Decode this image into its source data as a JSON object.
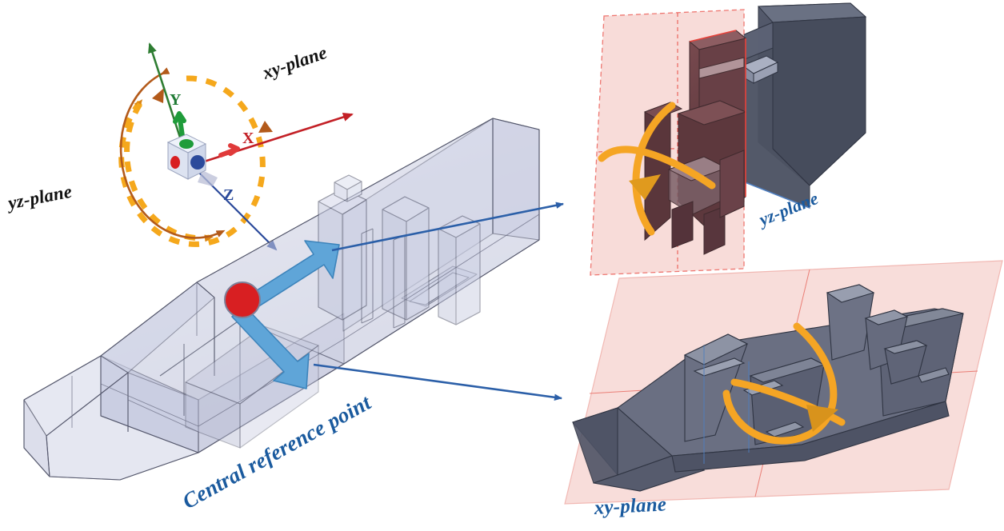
{
  "figure": {
    "kind": "technical-3d-diagram",
    "background_color": "#ffffff"
  },
  "colors": {
    "label_black": "#111111",
    "label_blue": "#1a5a9e",
    "axis_x_red": "#c32026",
    "axis_y_green": "#1f7a34",
    "axis_z_blue": "#2b4a9b",
    "rotation_orange_dashed": "#f5a81c",
    "rotation_brown_arc": "#b35a1a",
    "reference_point_red": "#d81f22",
    "callout_arrow_blue": "#2b5fa8",
    "block_arrow_blue": "#4f9ad4",
    "hull_fill": "#c3c6dc",
    "hull_edge": "#53566b",
    "section_plane_pink": "#f6cfcb",
    "section_plane_edge_red": "#e8423a",
    "solid_dark_gray": "#4a5060",
    "solid_maroon": "#6e4448",
    "orbit_arrow_orange": "#f5a524"
  },
  "gizmo": {
    "axes": [
      {
        "name": "x-axis",
        "label": "X",
        "color": "#c32026"
      },
      {
        "name": "y-axis",
        "label": "Y",
        "color": "#1f7a34"
      },
      {
        "name": "z-axis",
        "label": "Z",
        "color": "#2b4a9b"
      }
    ],
    "cube_face_dots": [
      {
        "face": "top",
        "color": "#1f9c3a"
      },
      {
        "face": "left",
        "color": "#d81f22"
      },
      {
        "face": "front",
        "color": "#2b4a9b"
      }
    ],
    "rotation_indicators": [
      {
        "name": "dashed-orbit",
        "style": "dashed",
        "color": "#f5a81c"
      },
      {
        "name": "solid-arc",
        "style": "solid",
        "color": "#b35a1a"
      }
    ]
  },
  "labels": {
    "xy_plane_top": "xy-plane",
    "yz_plane_left": "yz-plane",
    "central_reference_point": "Central reference point",
    "yz_plane_right": "yz-plane",
    "xy_plane_bottom": "xy-plane"
  },
  "panels": [
    {
      "name": "yz-section-panel",
      "label": "yz-plane",
      "cut_plane_orientation": "vertical",
      "has_rotation_arrow": true,
      "rotation_arrow_color": "#f5a524"
    },
    {
      "name": "xy-section-panel",
      "label": "xy-plane",
      "cut_plane_orientation": "horizontal",
      "has_rotation_arrow": true,
      "rotation_arrow_color": "#f5a524"
    }
  ],
  "annotations": {
    "reference_marker": "central-reference-point-dot",
    "block_arrow_count": 2,
    "callout_arrow_count": 2
  }
}
